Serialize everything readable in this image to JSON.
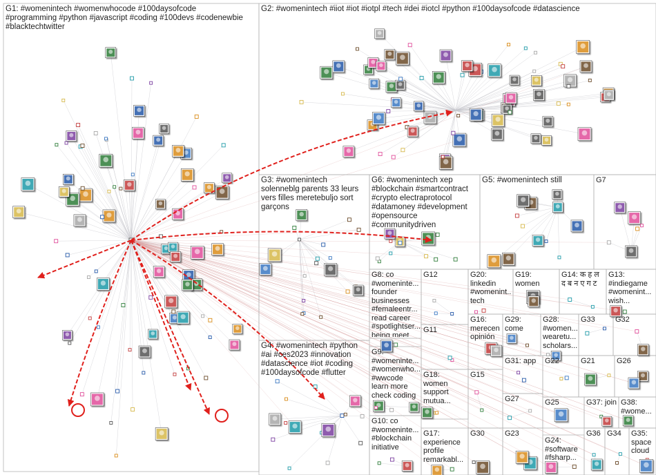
{
  "colors": {
    "border": "#b5b5b5",
    "edge": "#c6c6cc",
    "highlight_edge": "#e0201c",
    "node_fill": "#ffffff",
    "label_highlight": "#fff7a8",
    "node_palette": [
      "#3b78c2",
      "#2f7d3a",
      "#c23b3b",
      "#d98c1a",
      "#7b3fa0",
      "#1e9aa8",
      "#555555",
      "#e04e9a",
      "#6b4b2a",
      "#2458a8",
      "#a8a8a8",
      "#d6b84a"
    ]
  },
  "groups": [
    {
      "id": "G1",
      "label": "G1: #womenintech #womenwhocode #100daysofcode\n#programming #python #javascript #coding #100devs #codenewbie\n#blacktechtwitter"
    },
    {
      "id": "G2",
      "label": "G2: #womenintech #iiot #iot #iotpl #tech #dei #iotcl #python #100daysofcode #datascience"
    },
    {
      "id": "G3",
      "label": "G3: #womenintech\nsolenneblg parents 33 leurs\nvers filles meretebuljo sort\ngarçons"
    },
    {
      "id": "G6",
      "label": "G6: #womenintech xep\n#blockchain #smartcontract\n#crypto electraprotocol\n#datamoney #development\n#opensource\n#communitydriven"
    },
    {
      "id": "G5",
      "label": "G5: #womenintech still"
    },
    {
      "id": "G7",
      "label": "G7"
    },
    {
      "id": "G8",
      "label": "G8: co\n#womeninte...\nfounder\nbusinesses\n#femaleentr...\nread career\n#spotlightser...\nbeing meet"
    },
    {
      "id": "G12",
      "label": "G12"
    },
    {
      "id": "G20",
      "label": "G20:\nlinkedin\n#womenint...\ntech"
    },
    {
      "id": "G19",
      "label": "G19:\nwomen"
    },
    {
      "id": "G14",
      "label": "G14: क ह ल\nद ब न ए ग ट"
    },
    {
      "id": "G13",
      "label": "G13:\n#indiegame\n#womenint...\nwish..."
    },
    {
      "id": "G16",
      "label": "G16:\nmerecen\nopinión"
    },
    {
      "id": "G29",
      "label": "G29:\ncome"
    },
    {
      "id": "G28",
      "label": "G28:\n#women...\nwearetu...\nscholars..."
    },
    {
      "id": "G33",
      "label": "G33"
    },
    {
      "id": "G32",
      "label": "G32"
    },
    {
      "id": "G11",
      "label": "G11"
    },
    {
      "id": "G4",
      "label": "G4: #womenintech #python\n#ai #ces2023 #innovation\n#datascience #iot #coding\n#100daysofcode #flutter"
    },
    {
      "id": "G9",
      "label": "G9:\n#womeninte...\n#womenwho...\n#wwcode\nlearn more\ncheck coding"
    },
    {
      "id": "G31",
      "label": "G31: app"
    },
    {
      "id": "G22",
      "label": "G22"
    },
    {
      "id": "G21",
      "label": "G21"
    },
    {
      "id": "G26",
      "label": "G26"
    },
    {
      "id": "G18",
      "label": "G18:\nwomen\nsupport\nmutua..."
    },
    {
      "id": "G15",
      "label": "G15"
    },
    {
      "id": "G27",
      "label": "G27"
    },
    {
      "id": "G25",
      "label": "G25"
    },
    {
      "id": "G37",
      "label": "G37: join"
    },
    {
      "id": "G38",
      "label": "G38:\n#wome..."
    },
    {
      "id": "G10",
      "label": "G10: co\n#womeninte...\n#blockchain\ninitiative"
    },
    {
      "id": "G17",
      "label": "G17:\nexperience\nprofile\nremarkabl..."
    },
    {
      "id": "G30",
      "label": "G30"
    },
    {
      "id": "G23",
      "label": "G23"
    },
    {
      "id": "G24",
      "label": "G24:\n#software\n#fsharp..."
    },
    {
      "id": "G36",
      "label": "G36"
    },
    {
      "id": "G34",
      "label": "G34"
    },
    {
      "id": "G35",
      "label": "G35:\nspace\ncloud"
    }
  ]
}
